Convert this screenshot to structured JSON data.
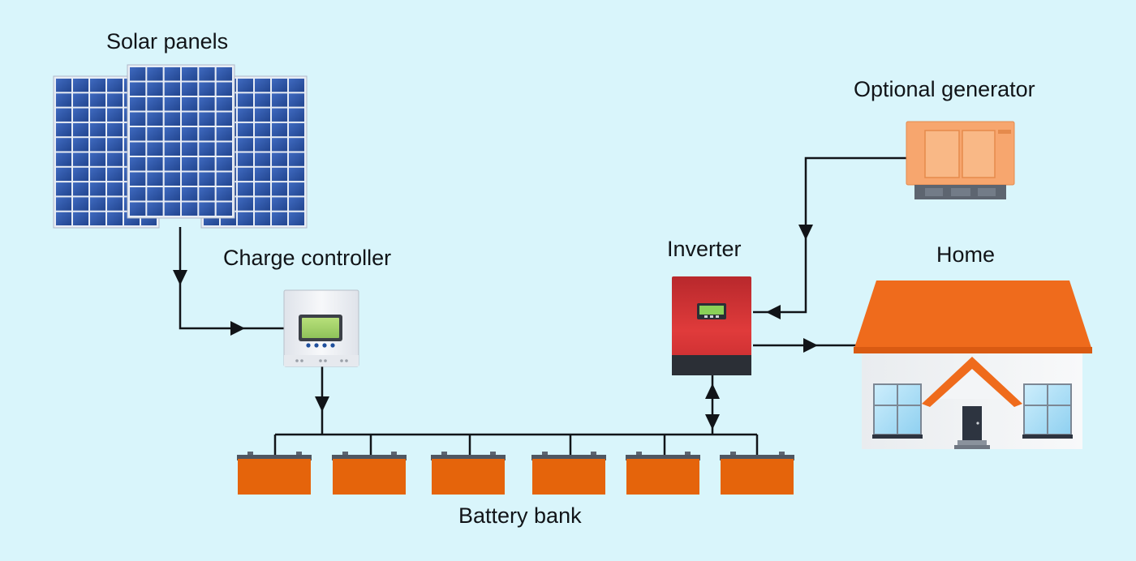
{
  "labels": {
    "solar_panels": "Solar panels",
    "charge_controller": "Charge controller",
    "inverter": "Inverter",
    "home": "Home",
    "optional_generator": "Optional generator",
    "battery_bank": "Battery bank"
  },
  "battery_count": 6,
  "colors": {
    "background": "#d9f5fb",
    "panel_cell": "#2d56a8",
    "battery": "#e5640b",
    "roof": "#ef6b1c",
    "inverter_red": "#d63a3a",
    "generator": "#f7a66e",
    "line": "#111418"
  }
}
